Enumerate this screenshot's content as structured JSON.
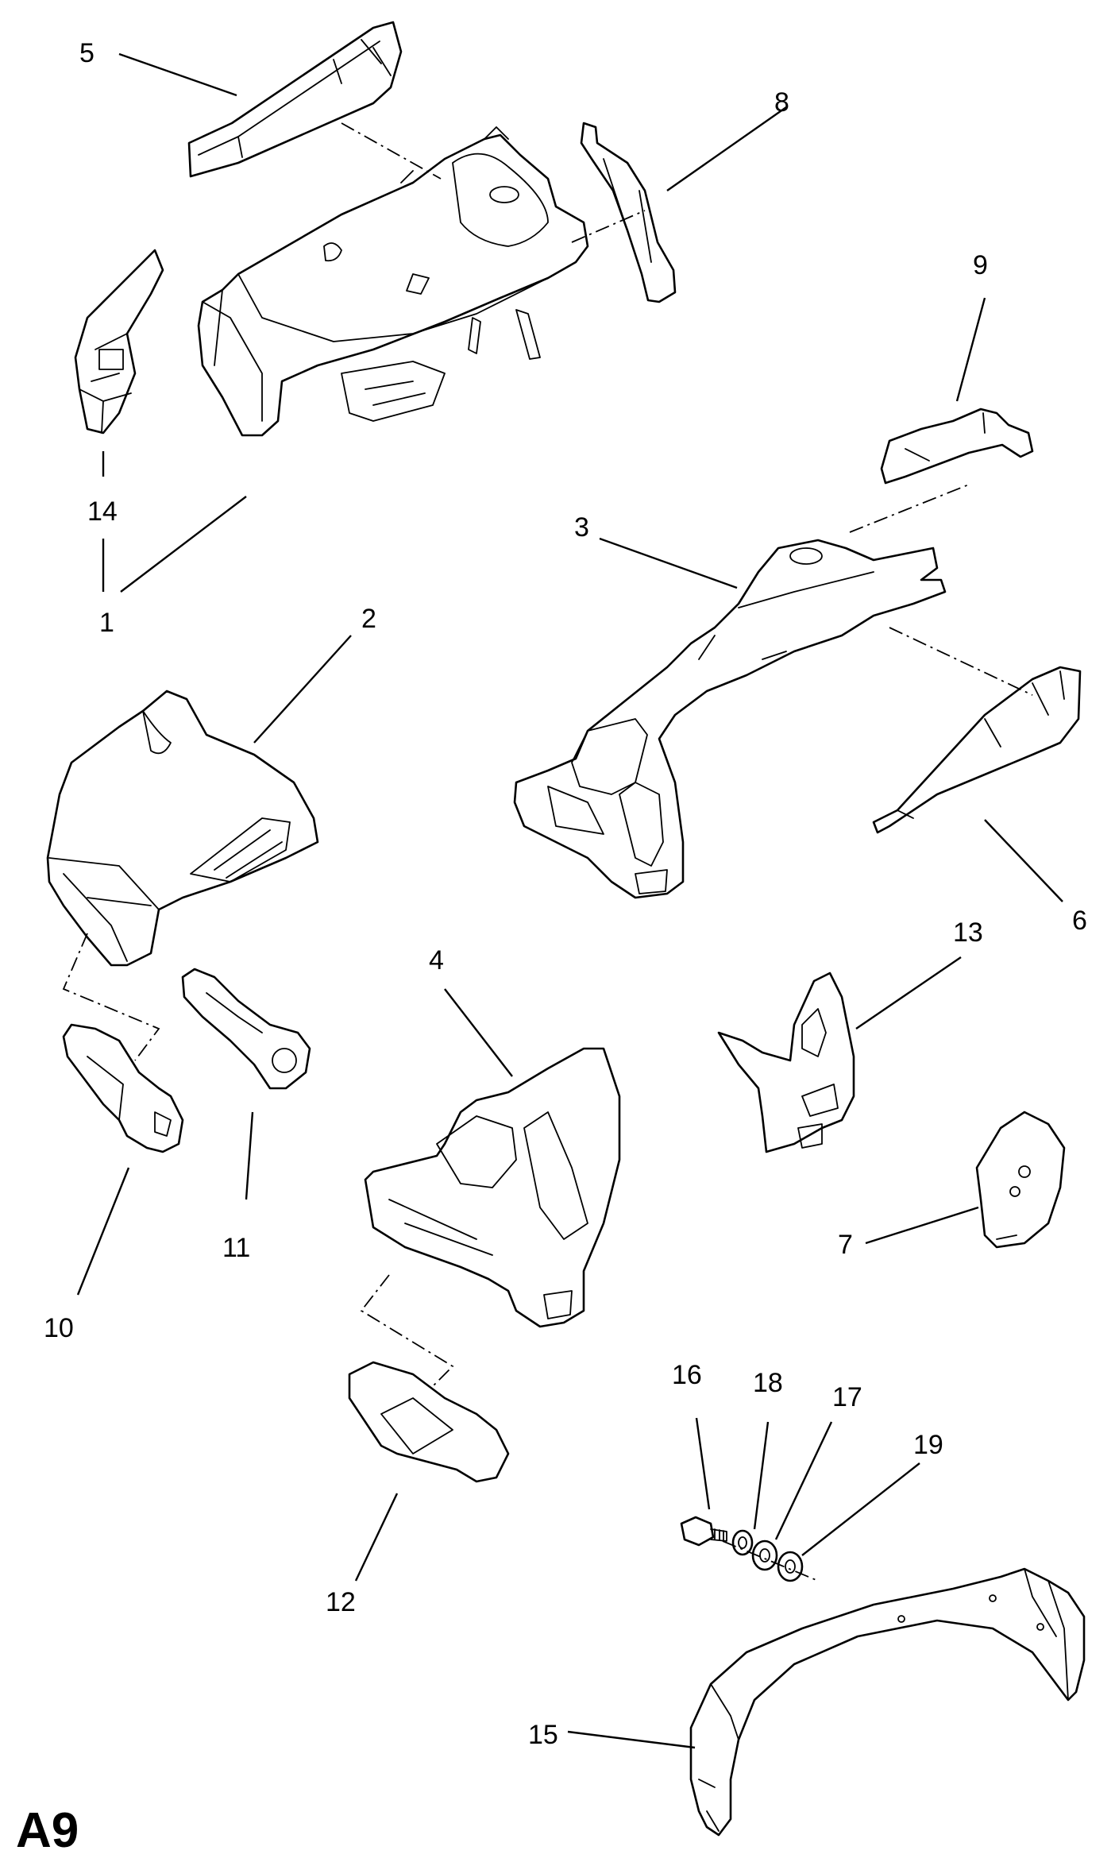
{
  "page_code": "A9",
  "callouts": {
    "c1": "1",
    "c2": "2",
    "c3": "3",
    "c4": "4",
    "c5": "5",
    "c6": "6",
    "c7": "7",
    "c8": "8",
    "c9": "9",
    "c10": "10",
    "c11": "11",
    "c12": "12",
    "c13": "13",
    "c14": "14",
    "c15": "15",
    "c16": "16",
    "c17": "17",
    "c18": "18",
    "c19": "19"
  }
}
